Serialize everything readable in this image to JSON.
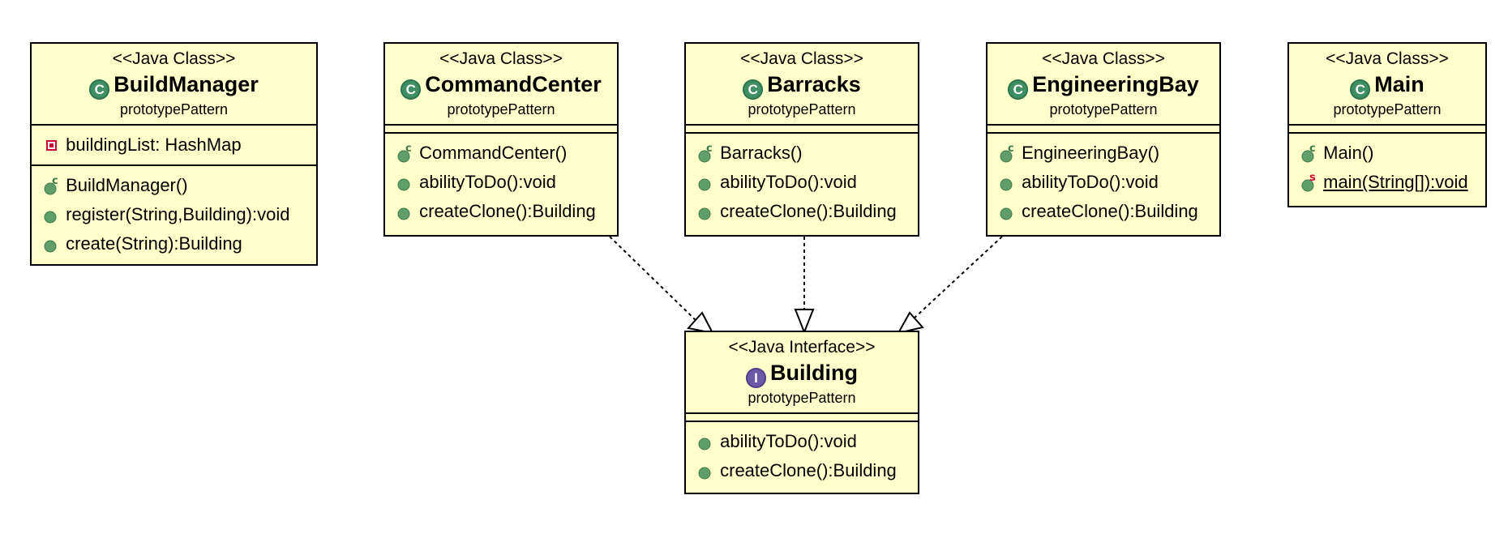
{
  "diagram": {
    "classes": [
      {
        "id": "buildmanager",
        "stereotype": "<<Java Class>>",
        "name": "BuildManager",
        "package": "prototypePattern",
        "fields": [
          {
            "text": "buildingList: HashMap",
            "icon": "private-field-icon"
          }
        ],
        "methods": [
          {
            "text": "BuildManager()",
            "icon": "constructor-icon"
          },
          {
            "text": "register(String,Building):void",
            "icon": "public-method-icon"
          },
          {
            "text": "create(String):Building",
            "icon": "public-method-icon"
          }
        ]
      },
      {
        "id": "commandcenter",
        "stereotype": "<<Java Class>>",
        "name": "CommandCenter",
        "package": "prototypePattern",
        "fields": [],
        "methods": [
          {
            "text": "CommandCenter()",
            "icon": "constructor-icon"
          },
          {
            "text": "abilityToDo():void",
            "icon": "public-method-icon"
          },
          {
            "text": "createClone():Building",
            "icon": "public-method-icon"
          }
        ]
      },
      {
        "id": "barracks",
        "stereotype": "<<Java Class>>",
        "name": "Barracks",
        "package": "prototypePattern",
        "fields": [],
        "methods": [
          {
            "text": "Barracks()",
            "icon": "constructor-icon"
          },
          {
            "text": "abilityToDo():void",
            "icon": "public-method-icon"
          },
          {
            "text": "createClone():Building",
            "icon": "public-method-icon"
          }
        ]
      },
      {
        "id": "engineeringbay",
        "stereotype": "<<Java Class>>",
        "name": "EngineeringBay",
        "package": "prototypePattern",
        "fields": [],
        "methods": [
          {
            "text": "EngineeringBay()",
            "icon": "constructor-icon"
          },
          {
            "text": "abilityToDo():void",
            "icon": "public-method-icon"
          },
          {
            "text": "createClone():Building",
            "icon": "public-method-icon"
          }
        ]
      },
      {
        "id": "main",
        "stereotype": "<<Java Class>>",
        "name": "Main",
        "package": "prototypePattern",
        "fields": [],
        "methods": [
          {
            "text": "Main()",
            "icon": "constructor-icon"
          },
          {
            "text": "main(String[]):void",
            "icon": "static-method-icon"
          }
        ]
      }
    ],
    "interface": {
      "id": "building",
      "stereotype": "<<Java Interface>>",
      "name": "Building",
      "package": "prototypePattern",
      "fields": [],
      "methods": [
        {
          "text": "abilityToDo():void",
          "icon": "public-method-icon"
        },
        {
          "text": "createClone():Building",
          "icon": "public-method-icon"
        }
      ]
    },
    "class_badge": {
      "letter": "C",
      "icon": "class-icon",
      "color": "#3f8f62"
    },
    "interface_badge": {
      "letter": "I",
      "icon": "interface-icon",
      "color": "#6b5aa8"
    },
    "relationships": [
      {
        "from": "commandcenter",
        "to": "building",
        "type": "realization"
      },
      {
        "from": "barracks",
        "to": "building",
        "type": "realization"
      },
      {
        "from": "engineeringbay",
        "to": "building",
        "type": "realization"
      }
    ],
    "colors": {
      "box_fill": "#ffffcc",
      "border": "#000000",
      "method_dot": "#5f9e68",
      "field_icon": "#cc0033",
      "static_mark": "#cc0033"
    }
  }
}
